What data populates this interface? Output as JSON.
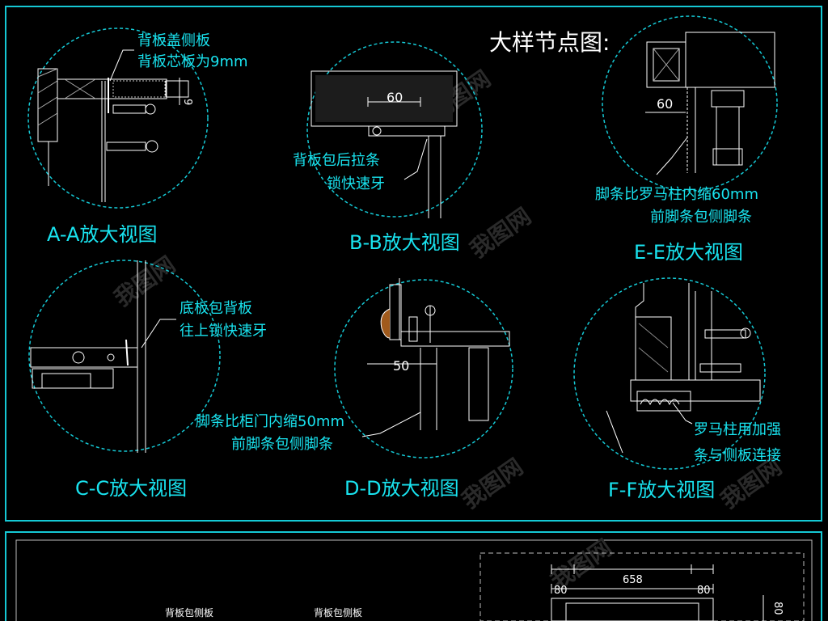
{
  "sheet_title": "大样节点图:",
  "colors": {
    "frame": "#15c8d4",
    "label": "#19e3ef",
    "line": "#ffffff",
    "background": "#000000"
  },
  "watermark": "我图网",
  "details": {
    "aa": {
      "title": "A-A放大视图",
      "note1": "背板盖侧板",
      "note2": "背板芯板为9mm",
      "dim": "9"
    },
    "bb": {
      "title": "B-B放大视图",
      "note1": "背板包后拉条",
      "note2": "锁快速牙",
      "dim": "60"
    },
    "ee": {
      "title": "E-E放大视图",
      "note1": "脚条比罗马柱内缩60mm",
      "note2": "前脚条包侧脚条",
      "dim": "60"
    },
    "cc": {
      "title": "C-C放大视图",
      "note1": "底板包背板",
      "note2": "往上锁快速牙"
    },
    "dd": {
      "title": "D-D放大视图",
      "note1": "脚条比柜门内缩50mm",
      "note2": "前脚条包侧脚条",
      "dim": "50"
    },
    "ff": {
      "title": "F-F放大视图",
      "note1": "罗马柱用加强",
      "note2": "条与侧板连接"
    }
  },
  "bottom_panel": {
    "label1": "背板包侧板",
    "label2": "背板包侧板",
    "dim_left": "80",
    "dim_center": "658",
    "dim_right": "80",
    "dim_side": "80"
  }
}
